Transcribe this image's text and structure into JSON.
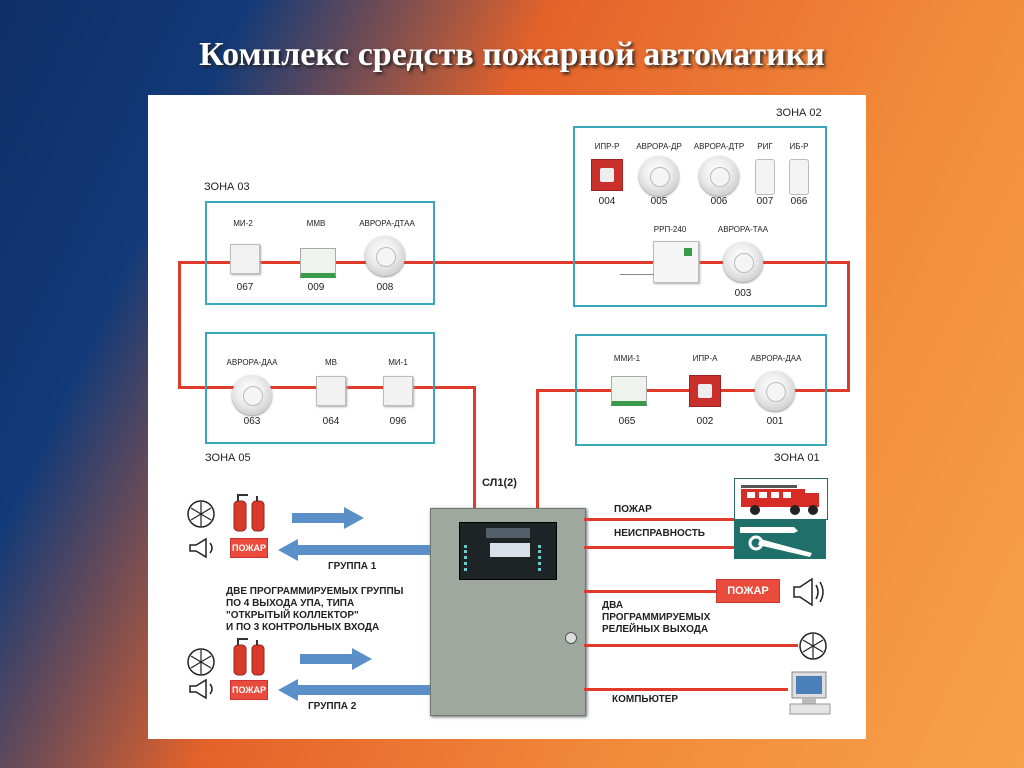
{
  "title": "Комплекс средств пожарной автоматики",
  "zones": {
    "z01": "ЗОНА 01",
    "z02": "ЗОНА 02",
    "z03": "ЗОНА 03",
    "z05": "ЗОНА 05"
  },
  "devices": {
    "zone02": [
      {
        "label": "ИПР-Р",
        "num": "004"
      },
      {
        "label": "АВРОРА-ДР",
        "num": "005"
      },
      {
        "label": "АВРОРА-ДТР",
        "num": "006"
      },
      {
        "label": "РИГ",
        "num": "007"
      },
      {
        "label": "ИБ-Р",
        "num": "066"
      },
      {
        "label": "РРП-240",
        "num": ""
      },
      {
        "label": "АВРОРА-ТАА",
        "num": "003"
      }
    ],
    "zone03": [
      {
        "label": "МИ-2",
        "num": "067"
      },
      {
        "label": "ММВ",
        "num": "009"
      },
      {
        "label": "АВРОРА-ДТАА",
        "num": "008"
      }
    ],
    "zone05": [
      {
        "label": "АВРОРА-ДАА",
        "num": "063"
      },
      {
        "label": "МВ",
        "num": "064"
      },
      {
        "label": "МИ-1",
        "num": "096"
      }
    ],
    "zone01": [
      {
        "label": "ММИ-1",
        "num": "065"
      },
      {
        "label": "ИПР-А",
        "num": "002"
      },
      {
        "label": "АВРОРА-ДАА",
        "num": "001"
      }
    ]
  },
  "loop_label": "СЛ1(2)",
  "groups": {
    "group1": "ГРУППА 1",
    "group2": "ГРУППА 2",
    "description": [
      "ДВЕ ПРОГРАММИРУЕМЫХ ГРУППЫ",
      "ПО 4 ВЫХОДА УПА, ТИПА",
      "\"ОТКРЫТЫЙ КОЛЛЕКТОР\"",
      "И ПО 3 КОНТРОЛЬНЫХ ВХОДА"
    ],
    "badge": "ПОЖАР"
  },
  "outputs": {
    "fire": "ПОЖАР",
    "fault": "НЕИСПРАВНОСТЬ",
    "relay": [
      "ДВА",
      "ПРОГРАММИРУЕМЫХ",
      "РЕЛЕЙНЫХ ВЫХОДА"
    ],
    "relay_badge": "ПОЖАР",
    "computer": "КОМПЬЮТЕР"
  },
  "colors": {
    "wire": "#e03a2a",
    "zone_border": "#3aa7b8",
    "arrow": "#5b8fc7",
    "teal": "#1f6f6a"
  }
}
